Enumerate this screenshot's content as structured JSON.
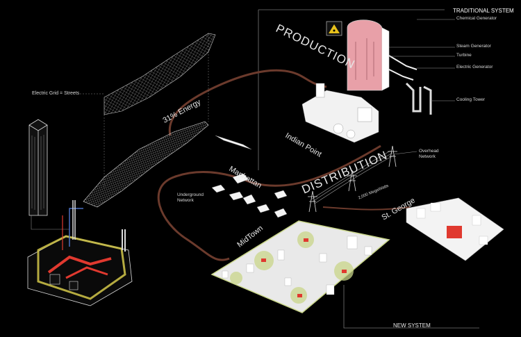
{
  "headers": {
    "traditional_system": "TRADITIONAL SYSTEM",
    "production": "PRODUCTION",
    "distribution": "DISTRIBUTION",
    "new_system": "NEW SYSTEM"
  },
  "plant_labels": {
    "chemical_generator": "Chemical Generator",
    "steam_generator": "Steam Generator",
    "turbine": "Turbine",
    "electric_generator": "Electric Generator",
    "cooling_tower": "Cooling Tower"
  },
  "place_labels": {
    "indian_point": "Indian Point",
    "manhattan": "Manhattan",
    "midtown": "MidTown",
    "st_george": "St. George"
  },
  "flow_labels": {
    "energy_share": "31% Energy",
    "megawatts": "2,000 MegaWatts"
  },
  "network_labels": {
    "overhead_network": "Overhead\nNetwork",
    "underground_network": "Underground\nNetwork",
    "electric_grid": "Electric Grid = Streets"
  },
  "colors": {
    "background": "#000000",
    "flow_line": "#6b3a2c",
    "highlight": "#e8a0a8",
    "midtown_outline": "#c9d68a",
    "plant_outline": "#d4c84a",
    "red_block": "#e0392f"
  },
  "icons": {
    "hazard": "radiation-warning-icon"
  }
}
